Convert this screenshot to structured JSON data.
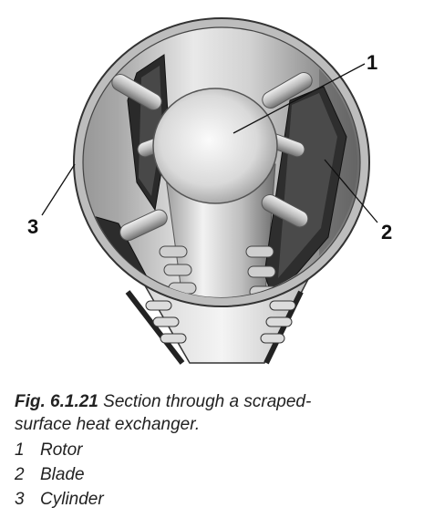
{
  "callouts": [
    {
      "id": "1",
      "label": "1"
    },
    {
      "id": "2",
      "label": "2"
    },
    {
      "id": "3",
      "label": "3"
    }
  ],
  "caption": {
    "figure_number": "Fig. 6.1.21",
    "text_line1": " Section through a scraped-",
    "text_line2": "surface heat exchanger."
  },
  "legend": [
    {
      "number": "1",
      "name": "Rotor"
    },
    {
      "number": "2",
      "name": "Blade"
    },
    {
      "number": "3",
      "name": "Cylinder"
    }
  ]
}
